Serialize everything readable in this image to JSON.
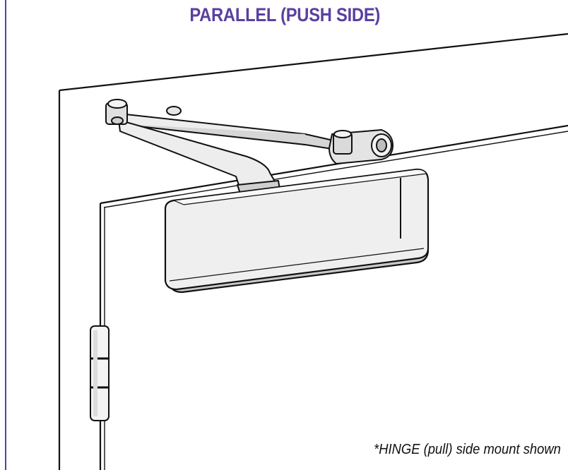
{
  "heading": "PARALLEL (PUSH SIDE)",
  "footnote": "*HINGE (pull) side mount shown",
  "colors": {
    "accent": "#5b3fa0",
    "line": "#111111",
    "metal": "#ececec",
    "shadow": "#c8c8c8"
  },
  "icons": {
    "frame": "door-frame-drawing",
    "closer": "door-closer-body",
    "arm": "closer-arm",
    "hinge": "hinge-icon"
  }
}
